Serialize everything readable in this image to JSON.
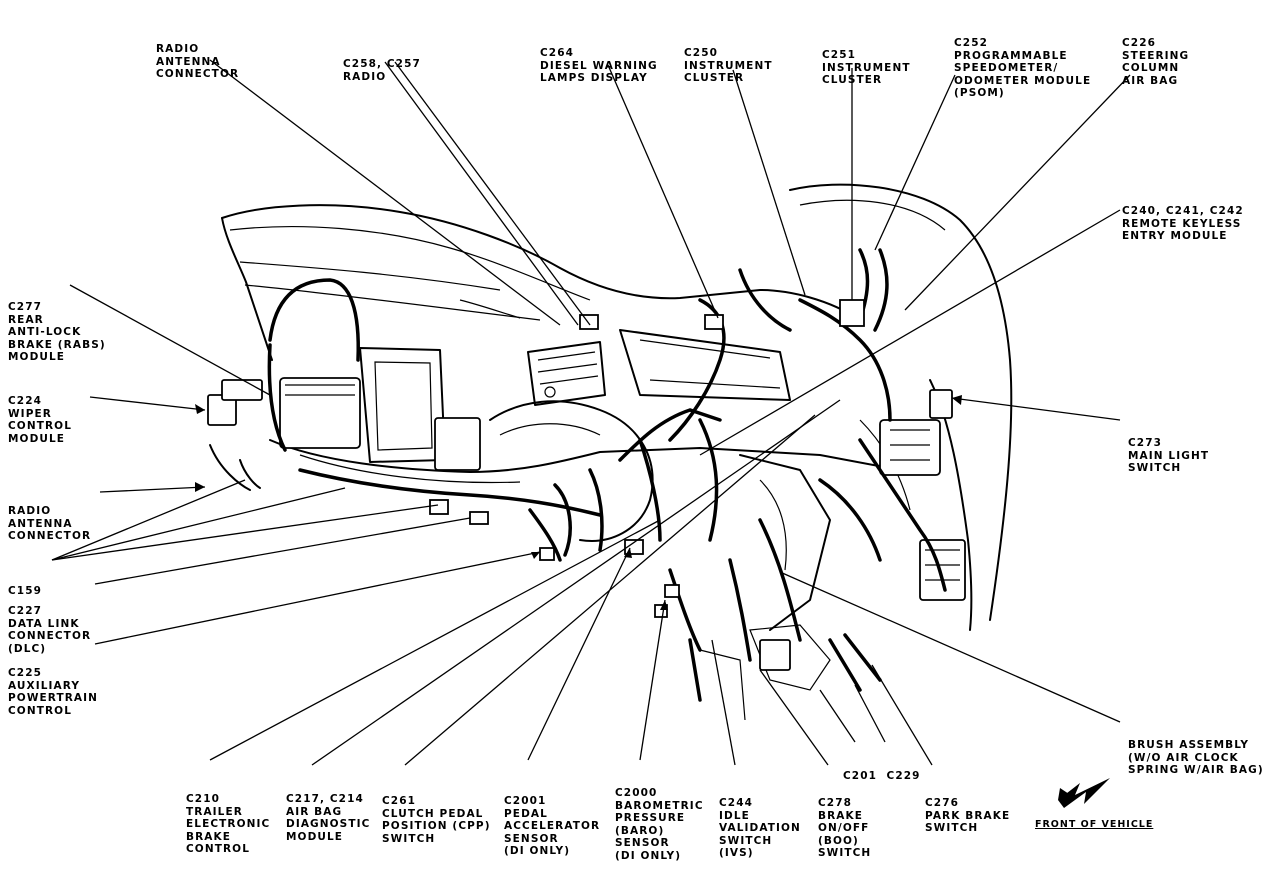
{
  "labels": [
    {
      "id": "radio-antenna-top",
      "lines": [
        "RADIO",
        "ANTENNA",
        "CONNECTOR"
      ]
    },
    {
      "id": "c258-c257",
      "lines": [
        "C258, C257",
        "RADIO"
      ]
    },
    {
      "id": "c264",
      "lines": [
        "C264",
        "DIESEL WARNING",
        "LAMPS DISPLAY"
      ]
    },
    {
      "id": "c250",
      "lines": [
        "C250",
        "INSTRUMENT",
        "CLUSTER"
      ]
    },
    {
      "id": "c251",
      "lines": [
        "C251",
        "INSTRUMENT",
        "CLUSTER"
      ]
    },
    {
      "id": "c252",
      "lines": [
        "C252",
        "PROGRAMMABLE",
        "SPEEDOMETER/",
        "ODOMETER MODULE",
        "(PSOM)"
      ]
    },
    {
      "id": "c226",
      "lines": [
        "C226",
        "STEERING",
        "COLUMN",
        "AIR BAG"
      ]
    },
    {
      "id": "c240",
      "lines": [
        "C240, C241, C242",
        "REMOTE KEYLESS",
        "ENTRY MODULE"
      ]
    },
    {
      "id": "c277",
      "lines": [
        "C277",
        "REAR",
        "ANTI-LOCK",
        "BRAKE (RABS)",
        "MODULE"
      ]
    },
    {
      "id": "c224",
      "lines": [
        "C224",
        "WIPER",
        "CONTROL",
        "MODULE"
      ]
    },
    {
      "id": "radio-antenna-left",
      "lines": [
        "RADIO",
        "ANTENNA",
        "CONNECTOR"
      ]
    },
    {
      "id": "c159",
      "lines": [
        "C159"
      ]
    },
    {
      "id": "c227",
      "lines": [
        "C227",
        "DATA LINK",
        "CONNECTOR",
        "(DLC)"
      ]
    },
    {
      "id": "c225",
      "lines": [
        "C225",
        "AUXILIARY",
        "POWERTRAIN",
        "CONTROL"
      ]
    },
    {
      "id": "c273",
      "lines": [
        "C273",
        "MAIN LIGHT",
        "SWITCH"
      ]
    },
    {
      "id": "brush",
      "lines": [
        "BRUSH ASSEMBLY",
        "(W/O AIR CLOCK",
        "SPRING W/AIR BAG)"
      ]
    },
    {
      "id": "c210",
      "lines": [
        "C210",
        "TRAILER",
        "ELECTRONIC",
        "BRAKE",
        "CONTROL"
      ]
    },
    {
      "id": "c217",
      "lines": [
        "C217, C214",
        "AIR BAG",
        "DIAGNOSTIC",
        "MODULE"
      ]
    },
    {
      "id": "c261",
      "lines": [
        "C261",
        "CLUTCH PEDAL",
        "POSITION (CPP)",
        "SWITCH"
      ]
    },
    {
      "id": "c2001",
      "lines": [
        "C2001",
        "PEDAL",
        "ACCELERATOR",
        "SENSOR",
        "(DI ONLY)"
      ]
    },
    {
      "id": "c2000",
      "lines": [
        "C2000",
        "BAROMETRIC",
        "PRESSURE",
        "(BARO)",
        "SENSOR",
        "(DI ONLY)"
      ]
    },
    {
      "id": "c244",
      "lines": [
        "C244",
        "IDLE",
        "VALIDATION",
        "SWITCH",
        "(IVS)"
      ]
    },
    {
      "id": "c278",
      "lines": [
        "C278",
        "BRAKE",
        "ON/OFF",
        "(BOO)",
        "SWITCH"
      ]
    },
    {
      "id": "c201",
      "lines": [
        "C201  C229"
      ]
    },
    {
      "id": "c276",
      "lines": [
        "C276",
        "PARK BRAKE",
        "SWITCH"
      ]
    }
  ],
  "front_of_vehicle": "FRONT OF VEHICLE"
}
